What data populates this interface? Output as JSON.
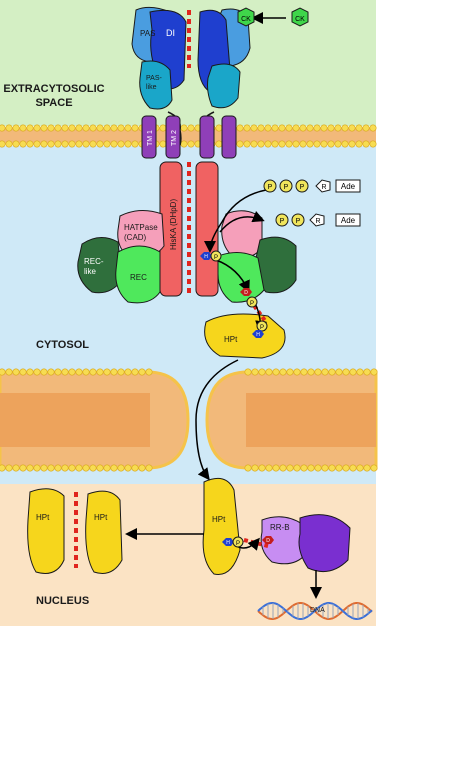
{
  "regions": {
    "extracellular": "EXTRACYTOSOLIC\nSPACE",
    "cytosol": "CYTOSOL",
    "nucleus": "NUCLEUS"
  },
  "domains": {
    "pas": "PAS",
    "di": "DI",
    "pas_like": "PAS-\nlike",
    "tm1": "TM 1",
    "tm2": "TM 2",
    "hiska": "HisKA (DHpD)",
    "hatpase": "HATPase\n(CAD)",
    "rec_like": "REC-\nlike",
    "rec": "REC",
    "hpt": "HPt",
    "rr_b": "RR-B",
    "dna": "DNA"
  },
  "ligand": {
    "ck": "CK"
  },
  "atp": {
    "p": "P",
    "r": "R",
    "ade": "Ade"
  },
  "phospho": {
    "h": "H",
    "d": "D",
    "p": "P"
  },
  "colors": {
    "extracellular_bg": "#d4efc4",
    "cytosol_bg": "#cfe9f7",
    "nucleus_bg": "#fbe3c4",
    "membrane_core": "#f2b97a",
    "lipid_head": "#f7dc52",
    "pas": "#4a9de0",
    "di": "#1f3fcf",
    "pas_like": "#1aa6c9",
    "tm": "#8f3fb8",
    "hiska": "#f06262",
    "hatpase": "#f59fba",
    "rec": "#4fe85c",
    "rec_like": "#2f6f3c",
    "hpt": "#f6d61c",
    "rr_b": "#c78df2",
    "rr_b_dna": "#7a2fd0",
    "phosphate": "#f0e55c",
    "dimer_line": "#e0251e"
  },
  "icons": [
    "ck-ligand-icon",
    "atp-icon",
    "adp-icon",
    "dna-helix-icon",
    "phosphate-icon",
    "histidine-icon",
    "aspartate-icon"
  ]
}
